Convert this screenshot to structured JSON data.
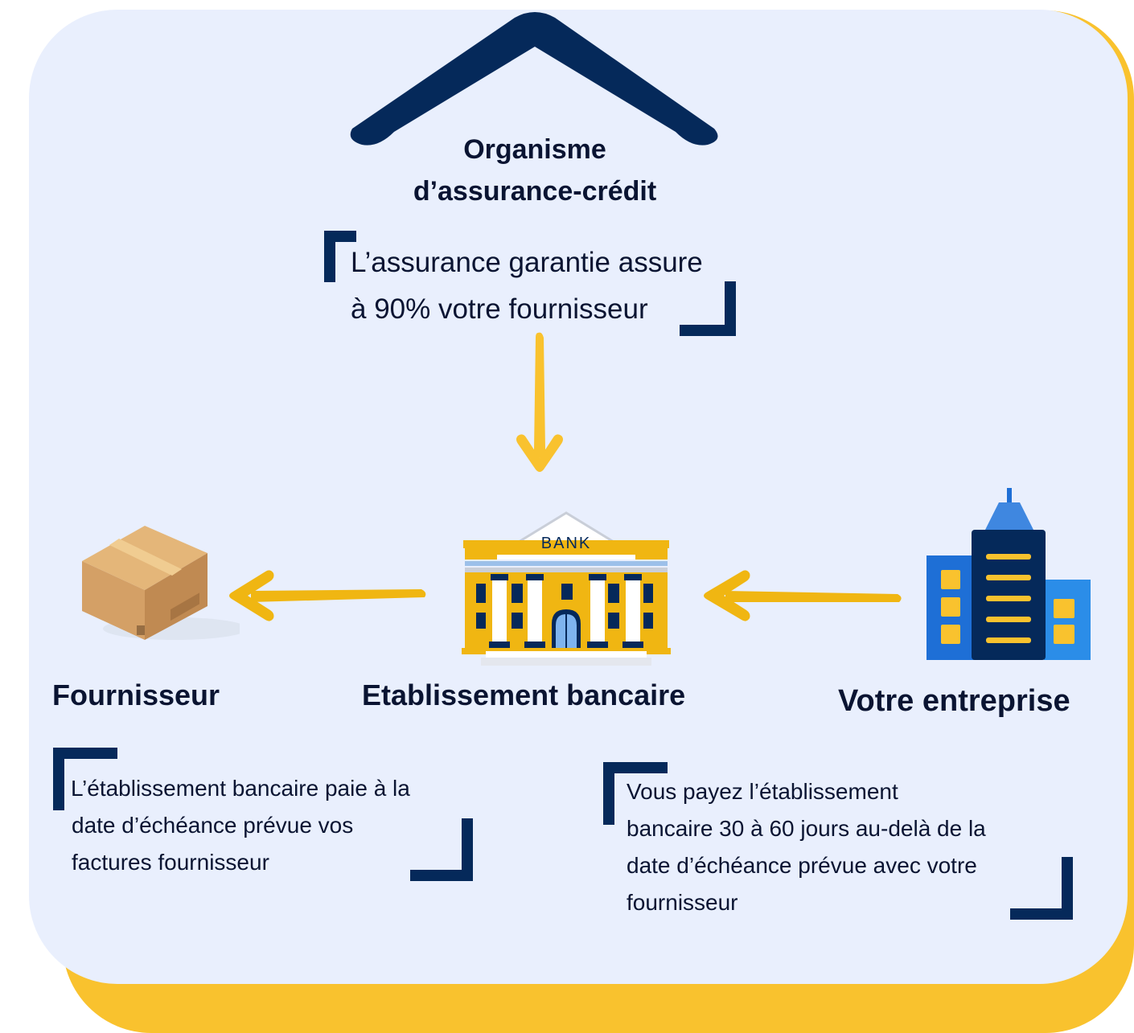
{
  "colors": {
    "card_background": "#e9effd",
    "accent_yellow": "#f9c22e",
    "navy": "#05295a",
    "arrow_yellow": "#f0b612",
    "text": "#0a1432"
  },
  "insurer": {
    "title_line1": "Organisme",
    "title_line2": "d’assurance-crédit",
    "description_line1": "L’assurance garantie assure",
    "description_line2": "à 90% votre fournisseur",
    "icon": "roof-icon"
  },
  "supplier": {
    "title": "Fournisseur",
    "description_line1": "L’établissement bancaire paie à la",
    "description_line2": "date d’échéance prévue vos",
    "description_line3": "factures fournisseur",
    "icon": "cardboard-box-icon"
  },
  "bank": {
    "title": "Etablissement bancaire",
    "sign_text": "BANK",
    "icon": "bank-building-icon"
  },
  "company": {
    "title": "Votre entreprise",
    "description_line1": "Vous payez l’établissement",
    "description_line2": "bancaire 30 à 60 jours au-delà de la",
    "description_line3": "date d’échéance prévue avec votre",
    "description_line4": "fournisseur",
    "icon": "office-buildings-icon"
  },
  "arrows": [
    {
      "from": "insurer",
      "to": "bank",
      "direction": "down"
    },
    {
      "from": "bank",
      "to": "supplier",
      "direction": "left"
    },
    {
      "from": "company",
      "to": "bank",
      "direction": "left"
    }
  ]
}
